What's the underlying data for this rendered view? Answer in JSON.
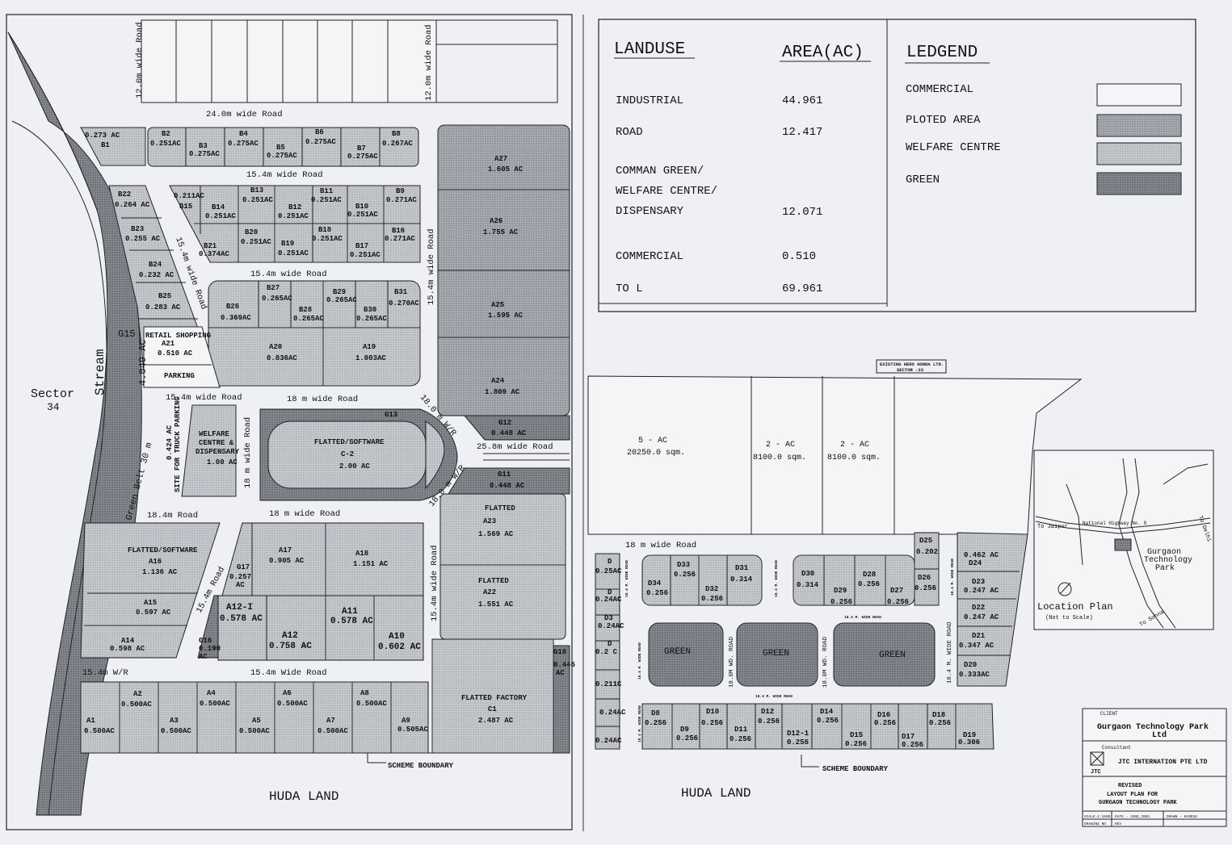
{
  "table": {
    "landuse_header": "LANDUSE",
    "area_header": "AREA(AC)",
    "legend_header": "LEDGEND",
    "rows": [
      {
        "name_lines": [
          "INDUSTRIAL"
        ],
        "area": "44.961"
      },
      {
        "name_lines": [
          "ROAD"
        ],
        "area": "12.417"
      },
      {
        "name_lines": [
          "COMMAN GREEN/",
          "WELFARE CENTRE/",
          "DISPENSARY"
        ],
        "area": "12.071"
      },
      {
        "name_lines": [
          "COMMERCIAL"
        ],
        "area": "0.510"
      },
      {
        "name_lines": [
          "TO L"
        ],
        "area": "69.961"
      }
    ],
    "legend": [
      {
        "label": "COMMERCIAL",
        "fill": "#f4f5f7"
      },
      {
        "label": "PLOTED AREA",
        "fill": "#9a9da3"
      },
      {
        "label": "WELFARE CENTRE",
        "fill": "#c9ccd1"
      },
      {
        "label": "GREEN",
        "fill": "#7d8086"
      }
    ]
  },
  "left": {
    "roads": {
      "r12_left": "12.0m wide Road",
      "r12_right": "12.0m wide Road",
      "r24": "24.0m wide Road",
      "r15_top": "15.4m wide Road",
      "r15_diag": "15.4m wide Road",
      "r15_mid": "15.4m wide Road",
      "r15_right_top": "15.4m wide Road",
      "r15_welfare": "15.4m wide Road",
      "r18_top": "18 m wide Road",
      "r18_w_r_1": "18.0 m W/R",
      "r25": "25.8m wide Road",
      "r18_w_r_2": "18.0 m W/R",
      "r18_vert": "18 m wide Road",
      "r18_4": "18.4m   Road",
      "r18_bottom": "18 m wide Road",
      "r15_diag2": "15.4m Road",
      "r15_right_bottom": "15.4m wide Road",
      "r15_wr": "15.4m W/R",
      "r15_wide_bottom": "15.4m Wide Road"
    },
    "sector": "Sector",
    "sector_num": "34",
    "stream": "Stream",
    "green_belt": "Green Belt 30 m",
    "green_belt_area": "4.049 AC",
    "g15": "G15",
    "site_truck": "SITE FOR TRUCK PARKING",
    "site_truck_area": "0.424 AC",
    "huda": "HUDA   LAND",
    "scheme_boundary": "SCHEME BOUNDARY",
    "plots": {
      "B1": [
        "0.273 AC",
        "B1"
      ],
      "B2": [
        "B2",
        "0.251AC"
      ],
      "B3": [
        "B3",
        "0.275AC"
      ],
      "B4": [
        "B4",
        "0.275AC"
      ],
      "B5": [
        "B5",
        "0.275AC"
      ],
      "B6a": [
        "B6",
        "0.275AC"
      ],
      "B7": [
        "B7",
        "0.275AC"
      ],
      "B8": [
        "B8",
        "0.267AC"
      ],
      "B22": [
        "B22",
        "0.264 AC"
      ],
      "B23": [
        "B23",
        "0.255 AC"
      ],
      "B24": [
        "B24",
        "0.232 AC"
      ],
      "B25": [
        "B25",
        "0.283 AC"
      ],
      "B15a": [
        "0.211AC",
        "B15"
      ],
      "B14": [
        "B14",
        "0.251AC"
      ],
      "B13": [
        "B13",
        "0.251AC"
      ],
      "B12": [
        "B12",
        "0.251AC"
      ],
      "B11": [
        "B11",
        "0.251AC"
      ],
      "B10": [
        "B10",
        "0.251AC"
      ],
      "B9": [
        "B9",
        "0.271AC"
      ],
      "B21": [
        "B21",
        "0.374AC"
      ],
      "B20": [
        "B20",
        "0.251AC"
      ],
      "B19": [
        "B19",
        "0.251AC"
      ],
      "B18": [
        "B18",
        "0.251AC"
      ],
      "B17": [
        "B17",
        "0.251AC"
      ],
      "B16": [
        "B16",
        "0.271AC"
      ],
      "B26": [
        "B26",
        "0.369AC"
      ],
      "B27": [
        "B27",
        "0.265AC"
      ],
      "B28": [
        "B28",
        "0.265AC"
      ],
      "B29": [
        "B29",
        "0.265AC"
      ],
      "B30": [
        "B30",
        "0.265AC"
      ],
      "B31": [
        "B31",
        "0.270AC"
      ],
      "A20": [
        "A20",
        "0.836AC"
      ],
      "A19": [
        "A19",
        "1.003AC"
      ],
      "A21": [
        "RETAIL SHOPPING",
        "A21",
        "0.510 AC"
      ],
      "PARK": [
        "PARKING"
      ],
      "A27": [
        "A27",
        "1.605 AC"
      ],
      "A26": [
        "A26",
        "1.755 AC"
      ],
      "A25": [
        "A25",
        "1.595 AC"
      ],
      "A24": [
        "A24",
        "1.809 AC"
      ],
      "G12": [
        "G12",
        "0.448 AC"
      ],
      "G13": [
        "G13"
      ],
      "G11": [
        "G11",
        "0.448 AC"
      ],
      "WC": [
        "WELFARE",
        "CENTRE &",
        "DISPENSARY",
        "1.00 AC"
      ],
      "C2": [
        "FLATTED/SOFTWARE",
        "C-2",
        "2.00 AC"
      ],
      "A16": [
        "FLATTED/SOFTWARE",
        "A16",
        "1.136 AC"
      ],
      "A17": [
        "A17",
        "0.905 AC"
      ],
      "A18": [
        "A18",
        "1.151 AC"
      ],
      "A23": [
        "FLATTED",
        "A23",
        "1.569 AC"
      ],
      "A22": [
        "FLATTED",
        "A22",
        "1.551 AC"
      ],
      "A15": [
        "A15",
        "0.597 AC"
      ],
      "A14": [
        "A14",
        "0.598 AC"
      ],
      "G17": [
        "G17",
        "0.257",
        "AC"
      ],
      "G16": [
        "G16",
        "0.190",
        "AC"
      ],
      "A12I": [
        "A12-I",
        "0.578 AC"
      ],
      "A12": [
        "A12",
        "0.758 AC"
      ],
      "A11": [
        "A11",
        "0.578 AC"
      ],
      "A10": [
        "A10",
        "0.602 AC"
      ],
      "G10": [
        "G10",
        "0.446",
        "AC"
      ],
      "A1": [
        "A1",
        "0.500AC"
      ],
      "A2": [
        "A2",
        "0.500AC"
      ],
      "A3": [
        "A3",
        "0.500AC"
      ],
      "A4": [
        "A4",
        "0.500AC"
      ],
      "A5": [
        "A5",
        "0.500AC"
      ],
      "A6": [
        "A6",
        "0.500AC"
      ],
      "A7": [
        "A7",
        "0.500AC"
      ],
      "A8": [
        "A8",
        "0.500AC"
      ],
      "A9": [
        "A9",
        "0.505AC"
      ],
      "C1": [
        "FLATTED FACTORY",
        "C1",
        "2.487 AC"
      ]
    }
  },
  "right": {
    "existing": [
      "EXISTING HERO HONDA LTD.",
      "SECTOR -33"
    ],
    "big_plots": [
      [
        "5 - AC",
        "20250.0 sqm."
      ],
      [
        "2 - AC",
        "8100.0 sqm."
      ],
      [
        "2 - AC",
        "8100.0 sqm."
      ]
    ],
    "road_18": "18 m wide Road",
    "greens": [
      "GREEN",
      "GREEN",
      "GREEN"
    ],
    "small_roads": {
      "v1": "18.4 M. WIDE ROAD",
      "v2": "18.4 M. WIDE ROAD",
      "v3": "18.4 M. WIDE ROAD",
      "v4": "18.4 M. WIDE ROAD",
      "v5": "18.0M WD. ROAD",
      "v6": "18.0M WD. ROAD",
      "v7": "18.4 M. WIDE ROAD",
      "h1": "18.4 M. WIDE ROAD",
      "h2": "18.4 M. WIDE ROAD",
      "v8": "18.4 M. WIDE ROAD"
    },
    "d_plots": {
      "D1": [
        "D",
        "0.25AC"
      ],
      "D2": [
        "D",
        "0.24AC"
      ],
      "D3": [
        "D3",
        "0.24AC"
      ],
      "D4": [
        "D",
        "0.2 C"
      ],
      "D5": [
        "0.211C"
      ],
      "D6": [
        "0.24AC"
      ],
      "D7": [
        "0.24AC"
      ],
      "D34": [
        "D34",
        "0.256"
      ],
      "D33": [
        "D33",
        "0.256"
      ],
      "D32": [
        "D32",
        "0.256"
      ],
      "D31": [
        "D31",
        "0.314"
      ],
      "D30": [
        "D30",
        "0.314"
      ],
      "D29": [
        "D29",
        "0.256"
      ],
      "D28": [
        "D28",
        "0.256"
      ],
      "D27": [
        "D27",
        "0.256"
      ],
      "D26": [
        "D26",
        "0.256"
      ],
      "D25": [
        "D25",
        "0.202"
      ],
      "D24": [
        "0.462 AC",
        "D24"
      ],
      "D23": [
        "D23",
        "0.247 AC"
      ],
      "D22": [
        "D22",
        "0.247 AC"
      ],
      "D21": [
        "D21",
        "0.347 AC"
      ],
      "D20": [
        "D20",
        "0.333AC"
      ],
      "D8": [
        "D8",
        "0.256"
      ],
      "D9": [
        "D9",
        "0.256"
      ],
      "D10": [
        "D10",
        "0.256"
      ],
      "D11": [
        "D11",
        "0.256"
      ],
      "D12": [
        "D12",
        "0.256"
      ],
      "D121": [
        "D12-1",
        "0.256"
      ],
      "D14": [
        "D14",
        "0.256"
      ],
      "D15": [
        "D15",
        "0.256"
      ],
      "D16": [
        "D16",
        "0.256"
      ],
      "D17": [
        "D17",
        "0.256"
      ],
      "D18": [
        "D18",
        "0.256"
      ],
      "D19": [
        "D19",
        "0.306"
      ]
    },
    "huda": "HUDA   LAND",
    "scheme_boundary": "SCHEME BOUNDARY",
    "location": {
      "to_jaipur": "To Jaipur",
      "highway": "National Highway No. 8",
      "to_delhi": "To Delhi",
      "to_sohna": "To Sohna",
      "park": [
        "Gurgaon",
        "Technology",
        "Park"
      ],
      "title": "Location Plan",
      "note": "(Not to Scale)"
    },
    "title_block": {
      "client_label": "CLIENT",
      "client": [
        "Gurgaon Technology Park",
        "Ltd"
      ],
      "consultant_label": "Consultant",
      "consultant": "JTC INTERNATION PTE LTD",
      "logo": "JTC",
      "revised": "REVISED",
      "title": [
        "LAYOUT PLAN FOR",
        "GURGAON TECHNOLOGY PARK"
      ],
      "scale": "SCALE-1:1600",
      "date": "DATE - JUNE,2003",
      "drawn": "DRAWN - KAMESH",
      "drawing_no": "DRAWING NO",
      "rev": "REV"
    }
  },
  "colors": {
    "paper": "#eef0f3",
    "commercial": "#f4f5f7",
    "plot": "#9a9da3",
    "plot_light": "#b8bbc0",
    "welfare": "#c9ccd1",
    "green": "#7d8086",
    "road": "#e9ebee",
    "ink": "#111111"
  }
}
